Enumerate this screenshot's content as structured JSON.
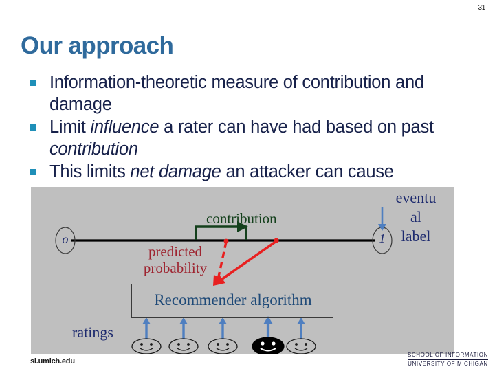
{
  "slide": {
    "number": "31",
    "title": "Our approach"
  },
  "bullets": [
    {
      "pre": "Information-theoretic measure of contribution and damage",
      "em": "",
      "post": ""
    },
    {
      "pre": "Limit ",
      "em": "influence",
      "post": " a rater can have had based on past ",
      "em2": "contribution",
      "post2": ""
    },
    {
      "pre": "This limits ",
      "em": "net damage",
      "post": " an attacker can cause"
    }
  ],
  "diagram": {
    "contribution_label": "contribution",
    "predicted_probability_label_line1": "predicted",
    "predicted_probability_label_line2": "probability",
    "eventual_label_line1": "eventu",
    "eventual_label_line2": "al",
    "eventual_label_line3": "label",
    "ratings_label": "ratings",
    "recommender_label": "Recommender algorithm",
    "node_start_letter": "o",
    "node_end_letter": "1",
    "raters": [
      {
        "name": "rater-1",
        "state": "normal"
      },
      {
        "name": "rater-2",
        "state": "normal"
      },
      {
        "name": "rater-3",
        "state": "normal"
      },
      {
        "name": "rater-attacker",
        "state": "attacker"
      },
      {
        "name": "rater-5",
        "state": "normal"
      }
    ],
    "colors": {
      "panel_background": "#bfbfbf",
      "axis": "#000000",
      "contribution_green": "#14401c",
      "predicted_red": "#e82020",
      "predicted_text_red": "#9e2430",
      "eventual_blue": "#1d2a6e",
      "arrow_blue": "#4f7fc0",
      "recommender_text": "#1f4a78"
    }
  },
  "footer": {
    "url": "si.umich.edu",
    "logo_line1": "SCHOOL OF INFORMATION",
    "logo_line2": "UNIVERSITY OF MICHIGAN"
  },
  "theme": {
    "title_blue": "#2f6a9c",
    "bullet_text_navy": "#17214a",
    "bullet_marker_teal": "#1f8fb8"
  }
}
